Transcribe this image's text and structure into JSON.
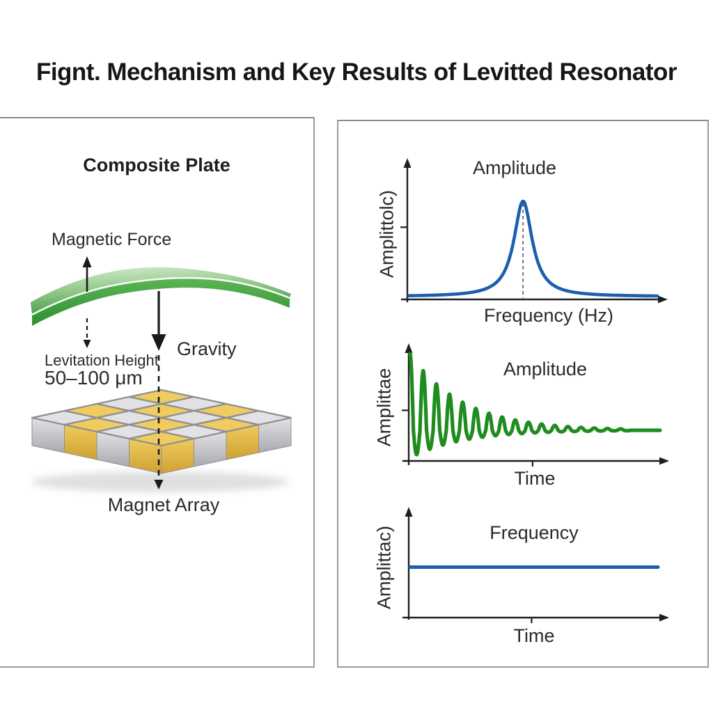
{
  "title": "Fignt. Mechanism and Key Results of Levitted Resonator",
  "left_panel": {
    "heading": "Composite Plate",
    "magnetic_force_label": "Magnetic Force",
    "gravity_label": "Gravity",
    "levitation_height_label": "Levitation Height",
    "levitation_height_value": "50–100 μm",
    "magnet_array_label": "Magnet Array",
    "colors": {
      "plate_green_light": "#d9ecd2",
      "plate_green_mid": "#8cc584",
      "plate_green_dark": "#3f9a43",
      "plate_front_light": "#5cb554",
      "plate_front_dark": "#2e8f33",
      "magnet_gold": "#efcb60",
      "magnet_gold_dark": "#cfa132",
      "magnet_silver": "#e2e2e5",
      "magnet_silver_dark": "#a9a9af",
      "gap_gray": "#8f8f93",
      "arrow_black": "#1a1a1a"
    }
  },
  "right_panel": {
    "axis_color": "#1f1f1f"
  },
  "chart_data": [
    {
      "id": "resonance",
      "type": "line",
      "title": "Amplitude",
      "xlabel": "Frequency (Hz)",
      "ylabel": "Amplittolc)",
      "curve": "lorentzian",
      "color": "#1b5fae",
      "peak_x_frac": 0.46,
      "half_width_frac": 0.045,
      "peak_height_frac": 1.0,
      "baseline_frac": 0.0,
      "y_axis_tick_frac": 0.54,
      "annotations": [
        "dashed vertical guide line at resonance peak"
      ],
      "axes_unlabeled": true
    },
    {
      "id": "ringdown",
      "type": "line",
      "title": "Amplitude",
      "xlabel": "Time",
      "ylabel": "Amplittae",
      "curve": "damped_sine",
      "color": "#1f8c1f",
      "cycles": 19,
      "decay_tau_frac": 0.21,
      "amp_up_frac": 1.0,
      "amp_down_frac": 0.36,
      "x_axis_tick_frac": 0.49,
      "y_axis_tick_frac": 0.46,
      "axes_unlabeled": true
    },
    {
      "id": "frequency_stability",
      "type": "line",
      "title": "Frequency",
      "xlabel": "Time",
      "ylabel": "Amplittac)",
      "curve": "constant",
      "color": "#1b5fae",
      "level_frac": 0.49,
      "x_axis_tick_frac": 0.49,
      "axes_unlabeled": true
    }
  ]
}
